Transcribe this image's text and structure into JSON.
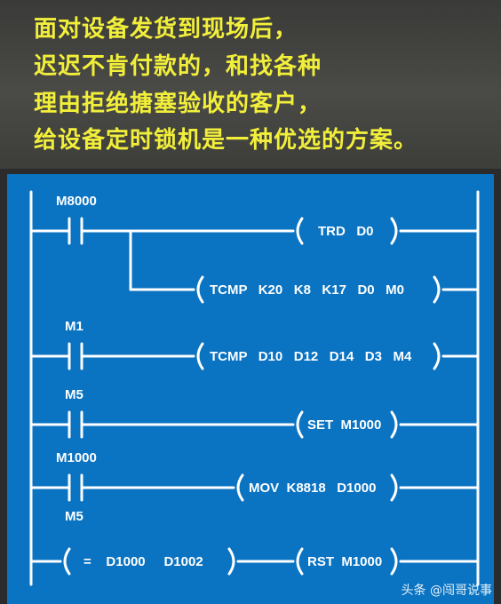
{
  "caption": {
    "lines": [
      "面对设备发货到现场后，",
      "迟迟不肯付款的，和找各种",
      "理由拒绝搪塞验收的客户，",
      "给设备定时锁机是一种优选的方案。"
    ]
  },
  "ladder": {
    "contacts": {
      "m8000": "M8000",
      "m1": "M1",
      "m5a": "M5",
      "m1000": "M1000",
      "m5b": "M5"
    },
    "instructions": {
      "trd": "TRD   D0",
      "tcmp1": "TCMP   K20   K8   K17   D0   M0",
      "tcmp2": "TCMP   D10   D12   D14   D3   M4",
      "set": "SET  M1000",
      "mov": "MOV  K8818   D1000",
      "cmp": "=    D1000     D1002",
      "rst": "RST  M1000"
    }
  },
  "watermark": {
    "text": "头条 @闯哥说事"
  },
  "colors": {
    "panel": "#0a73c2",
    "caption": "#f2ef3a",
    "lines": "#ffffff"
  }
}
